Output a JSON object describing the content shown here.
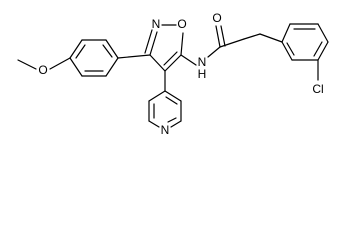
{
  "molecule": {
    "atoms": {
      "o_ring": "O",
      "n_ring": "N",
      "o_carbonyl": "O",
      "nh": "N",
      "h": "H",
      "o_methoxy": "O",
      "n_pyridine": "N",
      "cl": "Cl"
    }
  }
}
